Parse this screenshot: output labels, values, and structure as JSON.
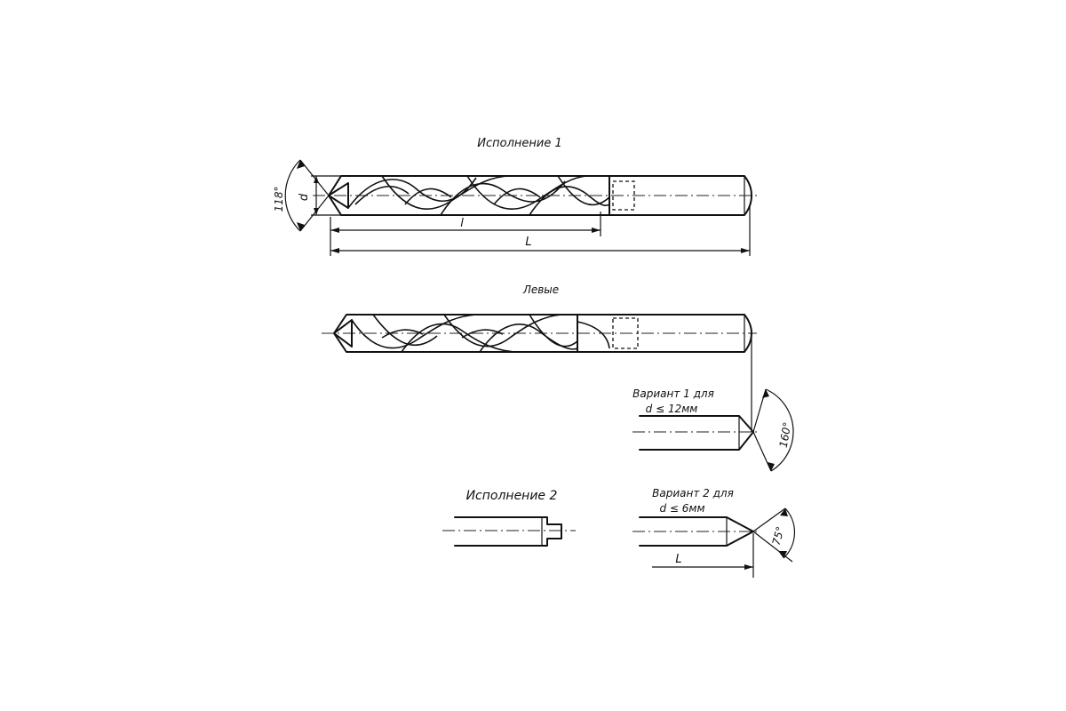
{
  "views": {
    "variant1_title": "Исполнение 1",
    "left_title": "Левые",
    "variant2_title": "Исполнение 2"
  },
  "dimensions": {
    "tip_angle": "118°",
    "diameter": "d",
    "flute_length": "l",
    "total_length": "L",
    "shank_angle_160": "160°",
    "shank_angle_75": "75°",
    "shank_length_L": "L"
  },
  "notes": {
    "option1_line1": "Вариант 1 для",
    "option1_line2": "d ≤ 12мм",
    "option2_line1": "Вариант 2 для",
    "option2_line2": "d ≤ 6мм"
  }
}
